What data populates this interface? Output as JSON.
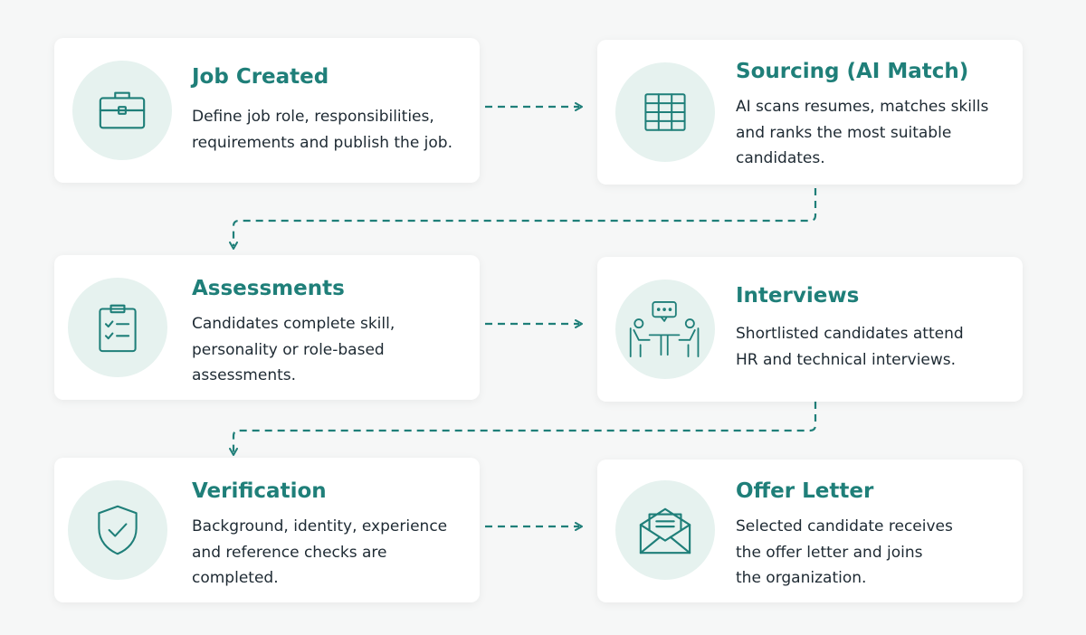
{
  "colors": {
    "accent": "#1f7f79",
    "icon_bg": "#e6f2ef",
    "text": "#1e2a33",
    "background": "#f6f7f7"
  },
  "steps": [
    {
      "icon": "briefcase-icon",
      "title": "Job Created",
      "lines": [
        "Define job role, responsibilities,",
        "requirements and publish the job."
      ]
    },
    {
      "icon": "table-grid-icon",
      "title": "Sourcing (AI Match)",
      "lines": [
        "AI scans resumes, matches skills",
        "and ranks the most suitable",
        "candidates."
      ]
    },
    {
      "icon": "clipboard-checklist-icon",
      "title": "Assessments",
      "lines": [
        "Candidates complete skill,",
        "personality or role-based",
        "assessments."
      ]
    },
    {
      "icon": "interview-meeting-icon",
      "title": "Interviews",
      "lines": [
        "Shortlisted candidates attend",
        "HR and technical interviews."
      ]
    },
    {
      "icon": "shield-check-icon",
      "title": "Verification",
      "lines": [
        "Background, identity, experience",
        "and reference checks are",
        "completed."
      ]
    },
    {
      "icon": "envelope-letter-icon",
      "title": "Offer Letter",
      "lines": [
        "Selected candidate receives",
        "the offer letter and joins",
        "the organization."
      ]
    }
  ]
}
